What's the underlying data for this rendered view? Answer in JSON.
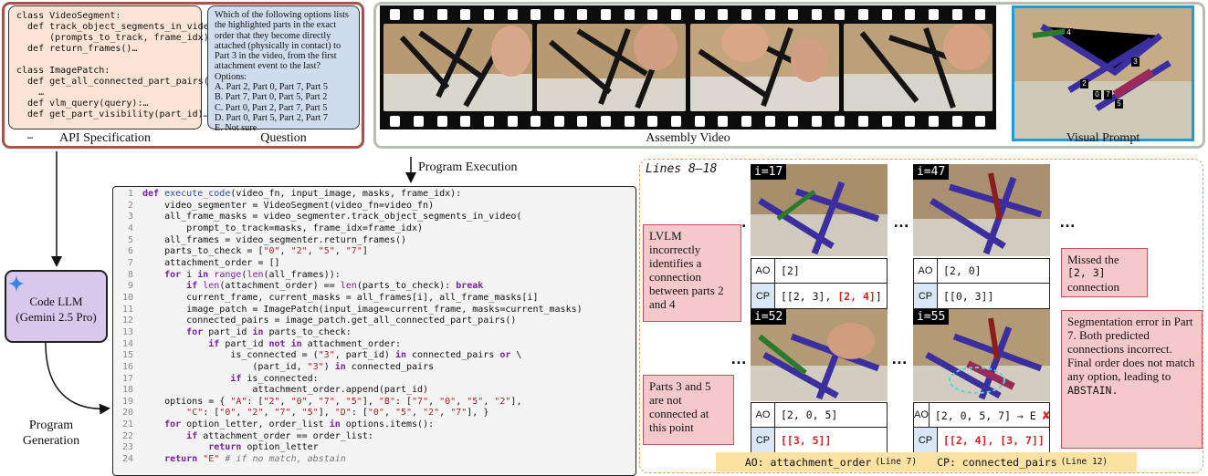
{
  "api_spec": {
    "code": "class VideoSegment:\n  def track_object_segments_in_video\n      (prompts_to_track, frame_idx)…\n  def return_frames()…\n\nclass ImagePatch:\n  def get_all_connected_part_pairs()\n    …\n  def vlm_query(query):…\n  def get_part_visibility(part_id)…\n\n  …",
    "caption": "API Specification"
  },
  "question": {
    "text": "Which of the following options lists the highlighted parts in the exact order that they become directly attached (physically in contact) to Part 3 in the video, from the first attachment event to the last?",
    "options_label": "Options:",
    "options": [
      "A.  Part 2, Part 0, Part 7, Part 5",
      "B.  Part 7, Part 0, Part 5, Part 2",
      "C.  Part 0, Part 2, Part 7, Part 5",
      "D.  Part 0, Part 5, Part 2, Part 7",
      "E.  Not sure"
    ],
    "caption": "Question"
  },
  "assembly_video": {
    "caption": "Assembly Video"
  },
  "visual_prompt": {
    "caption": "Visual Prompt",
    "part_tags": [
      "4",
      "3",
      "2",
      "0",
      "7",
      "5"
    ]
  },
  "arrows": {
    "program_execution": "Program Execution",
    "program_generation_line1": "Program",
    "program_generation_line2": "Generation"
  },
  "code_llm": {
    "line1": "Code LLM",
    "line2": "(Gemini 2.5 Pro)"
  },
  "panel": {
    "title": "Lines 8–18",
    "frames": [
      {
        "label": "i=17",
        "ao_key": "AO",
        "ao": "[2]",
        "cp_key": "CP",
        "cp_prefix": "[[2, 3], ",
        "cp_red": "[2, 4]",
        "cp_suffix": "]"
      },
      {
        "label": "i=47",
        "ao_key": "AO",
        "ao": "[2, 0]",
        "cp_key": "CP",
        "cp_prefix": "[[0, 3]]",
        "cp_red": "",
        "cp_suffix": ""
      },
      {
        "label": "i=52",
        "ao_key": "AO",
        "ao": "[2, 0, 5]",
        "cp_key": "CP",
        "cp_prefix": "",
        "cp_red": "[[3, 5]]",
        "cp_suffix": ""
      },
      {
        "label": "i=55",
        "ao_key": "AO",
        "ao": "[2, 0, 5, 7] → E",
        "cp_key": "CP",
        "cp_prefix": "",
        "cp_red": "[[2, 4], [3, 7]]",
        "cp_suffix": ""
      }
    ],
    "notes": {
      "n1": "LVLM incorrectly identifies a connection between parts 2 and 4",
      "n2_a": "Missed the",
      "n2_b": "[2, 3]",
      "n2_c": "connection",
      "n3": "Parts 3 and 5 are not connected at this point",
      "n4_a": "Segmentation error in Part 7. Both predicted connections incorrect. Final order does not match any option, leading to",
      "n4_b": "ABSTAIN."
    },
    "ellipsis": "…",
    "legend": {
      "ao": "AO: attachment_order",
      "ao_line": "(Line 7)",
      "cp": "CP: connected_pairs",
      "cp_line": "(Line 12)"
    }
  },
  "colors": {
    "api_bg": "#fbe4d6",
    "question_bg": "#cfdcee",
    "llm_bg": "#d9c8ec",
    "note_bg": "#f5c9cc",
    "legend_bg": "#fbe2a2",
    "accent_red": "#d32323",
    "prompt_border": "#1e9bd8"
  }
}
